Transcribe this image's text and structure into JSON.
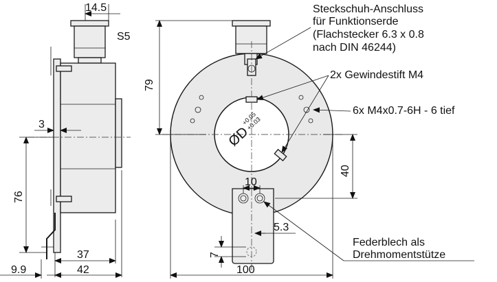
{
  "dimensions": {
    "d_14_5": "14.5",
    "d_s5": "S5",
    "d_79": "79",
    "d_3": "3",
    "d_76": "76",
    "d_37": "37",
    "d_42": "42",
    "d_9_9": "9.9",
    "d_40": "40",
    "d_10": "10",
    "d_5_3": "5.3",
    "d_7": "7",
    "d_100": "100",
    "bore_symbol": "ØD",
    "bore_tol_upper": "+0.05",
    "bore_tol_lower": "+0.03"
  },
  "notes": {
    "earth_line1": "Steckschuh-Anschluss",
    "earth_line2": "für Funktionserde",
    "earth_line3": "(Flachstecker 6.3 x 0.8",
    "earth_line4": "nach DIN 46244)",
    "setscrew": "2x Gewindestift M4",
    "threads": "6x M4x0.7-6H - 6 tief",
    "spring_line1": "Federblech als",
    "spring_line2": "Drehmomentstütze"
  }
}
